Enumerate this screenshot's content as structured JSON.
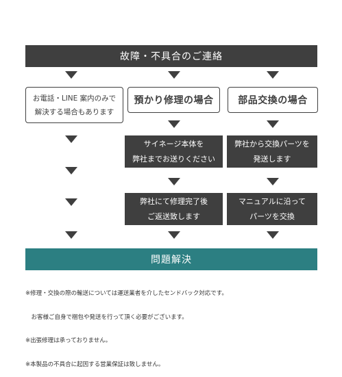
{
  "header": {
    "title": "故障・不具合のご連絡"
  },
  "columns": {
    "phone": {
      "lines": [
        "お電話・LINE 案内のみで",
        "解決する場合もあります"
      ]
    },
    "repair": {
      "title": "預かり修理の場合"
    },
    "exchange": {
      "title": "部品交換の場合"
    }
  },
  "steps": {
    "repair_1": [
      "サイネージ本体を",
      "弊社までお送りください"
    ],
    "exchange_1": [
      "弊社から交換パーツを",
      "発送します"
    ],
    "repair_2": [
      "弊社にて修理完了後",
      "ご返送致します"
    ],
    "exchange_2": [
      "マニュアルに沿って",
      "パーツを交換"
    ]
  },
  "footer": {
    "title": "問題解決"
  },
  "notes": [
    "※修理・交換の際の輸送については運送業者を介したセンドバック対応です。",
    "　お客様ご自身で梱包や発送を行って頂く必要がございます。",
    "※出張修理は承っておりません。",
    "※本製品の不具合に起因する営業保証は致しません。"
  ],
  "colors": {
    "dark": "#3f3f3f",
    "teal": "#2c7f82"
  }
}
